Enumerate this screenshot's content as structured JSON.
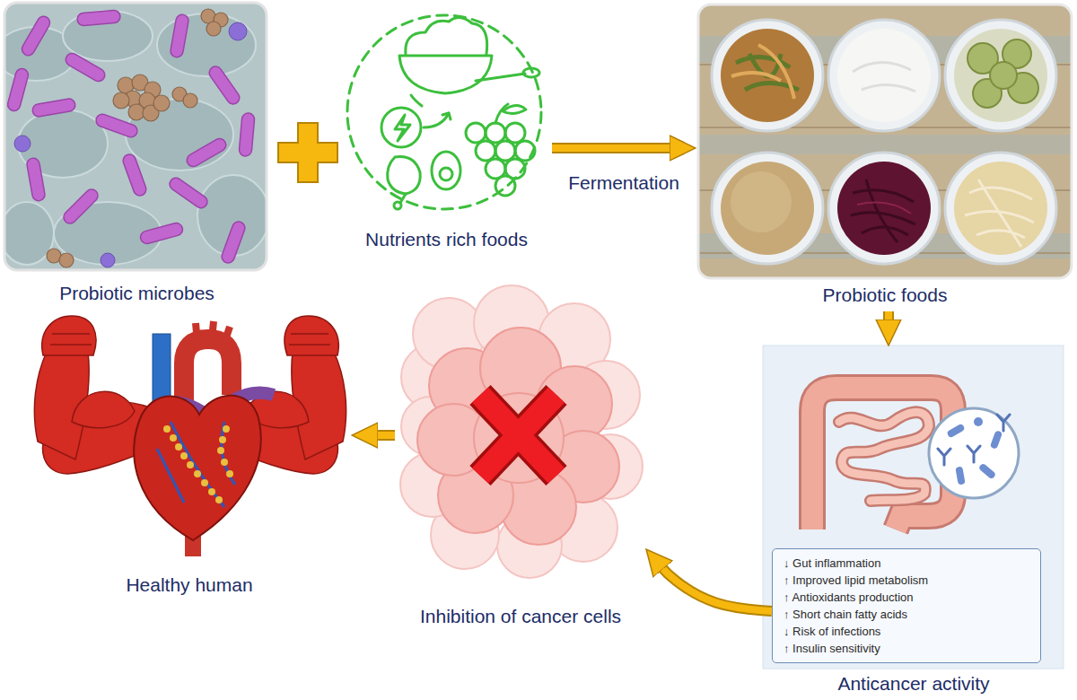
{
  "diagram": {
    "nodes": [
      {
        "text": [
          "Probiotic microbes"
        ]
      },
      {
        "text": [
          "Nutrients rich foods"
        ]
      },
      {
        "text": [
          "Probiotic foods"
        ]
      },
      {
        "text": [
          "Anticancer activity"
        ]
      },
      {
        "text": [
          "↓ Gut inflammation",
          "↑ Improved lipid metabolism",
          "↑ Antioxidants production",
          "↑ Short chain fatty acids",
          "↓ Risk of infections",
          "↑ Insulin sensitivity"
        ],
        "in": 3
      },
      {
        "text": [
          "Inhibition of cancer cells"
        ]
      },
      {
        "text": [
          "Healthy human"
        ]
      }
    ],
    "edges": [
      {
        "from": 1,
        "to": 2,
        "label": "Fermentation",
        "arrow": "to"
      },
      {
        "from": 2,
        "to": 3,
        "arrow": "to"
      },
      {
        "from": 4,
        "to": 5,
        "arrow": "to"
      },
      {
        "from": 5,
        "to": 6,
        "arrow": "to"
      }
    ]
  }
}
